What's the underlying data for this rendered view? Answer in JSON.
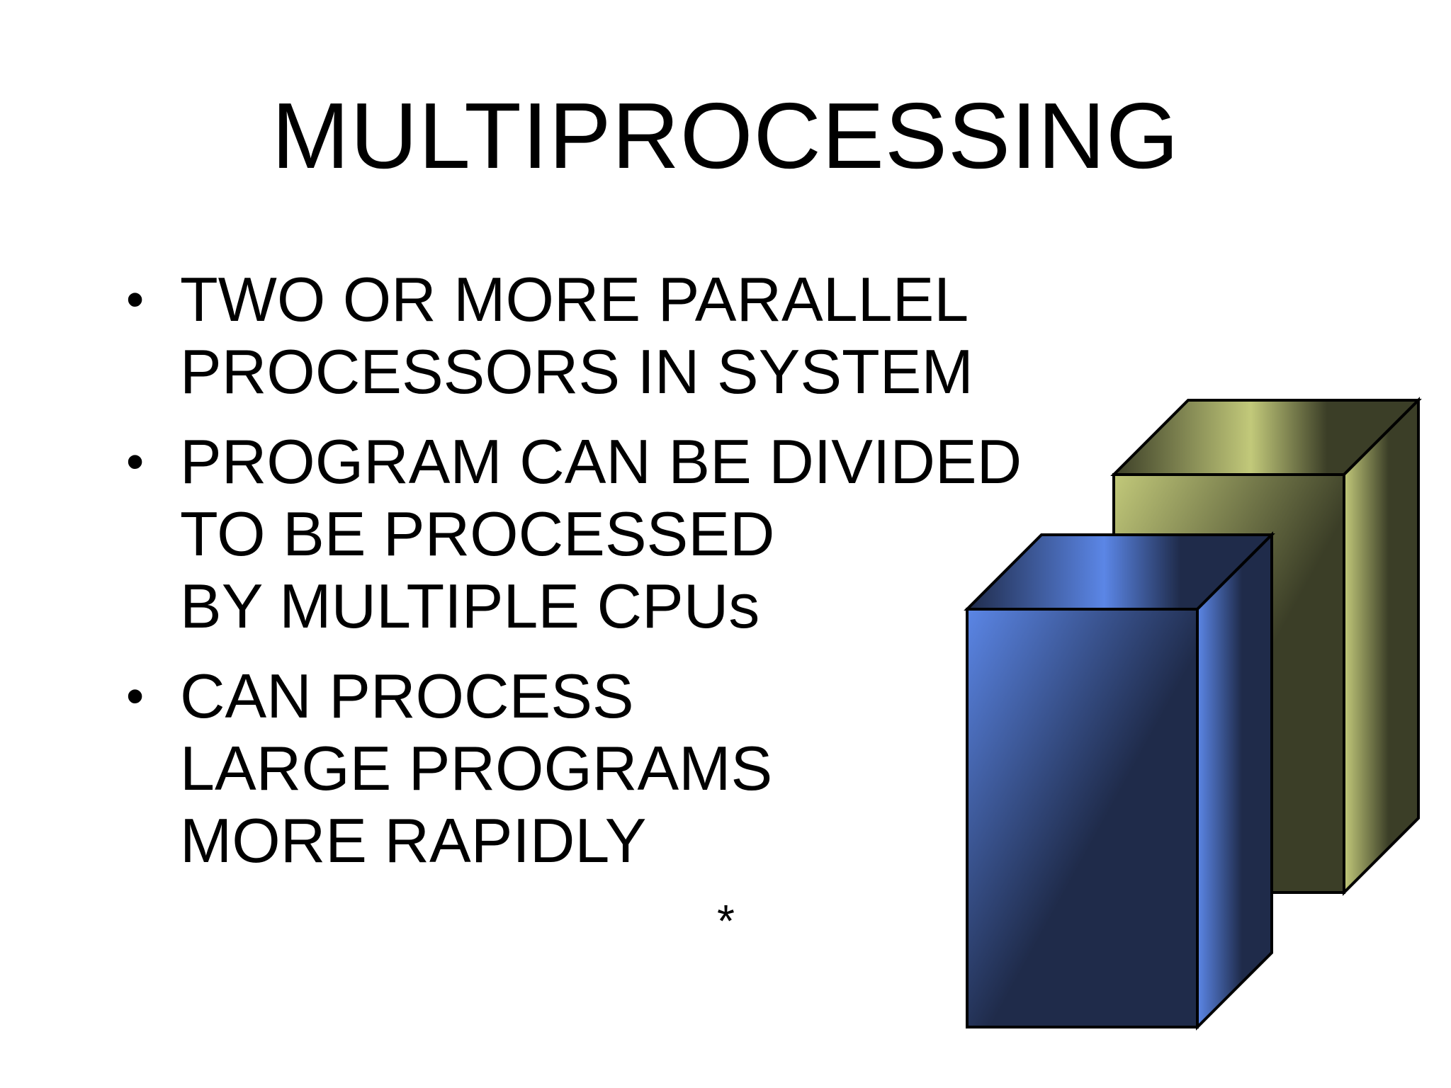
{
  "slide": {
    "title": "MULTIPROCESSING",
    "bullets": [
      {
        "lines": [
          "TWO OR MORE PARALLEL",
          "PROCESSORS IN SYSTEM"
        ]
      },
      {
        "lines": [
          "PROGRAM CAN BE DIVIDED",
          "TO BE PROCESSED",
          "BY MULTIPLE CPUs"
        ]
      },
      {
        "lines": [
          "CAN PROCESS",
          "LARGE PROGRAMS",
          "MORE RAPIDLY"
        ]
      }
    ],
    "bullet_symbol": "•",
    "footnote_mark": "*"
  },
  "illustration": {
    "description_icon": "two-processor-boxes-icon",
    "back_box_colors": {
      "front": "#3b3e27",
      "highlight": "#c2c97a",
      "top": "#3b3e27",
      "side": "#3b3e27"
    },
    "front_box_colors": {
      "front": "#1f2b4a",
      "highlight": "#5b86e6",
      "top": "#1f2b4a",
      "side": "#1f2b4a"
    }
  }
}
